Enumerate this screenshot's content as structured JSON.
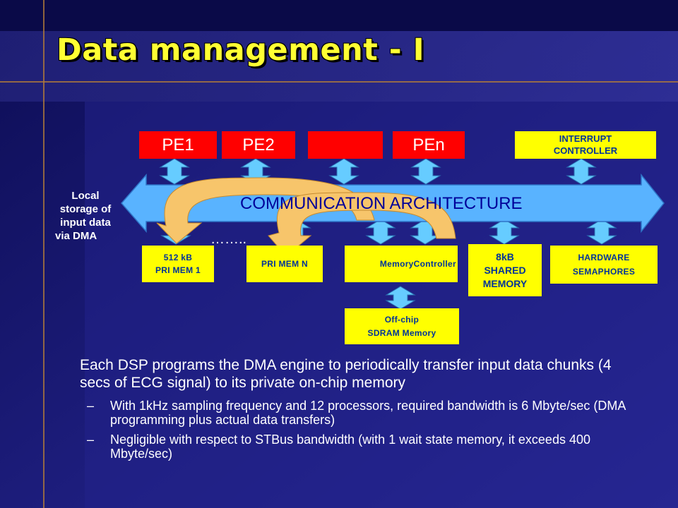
{
  "slide": {
    "title": "Data management - I"
  },
  "diagram": {
    "pe_boxes": [
      "PE1",
      "PE2",
      "",
      "PEn"
    ],
    "interrupt_controller": [
      "INTERRUPT",
      "CONTROLLER"
    ],
    "bus_label": "COMMUNICATION ARCHITECTURE",
    "dots": "……..",
    "local_storage": [
      "Local",
      "storage of",
      "input data",
      "via DMA"
    ],
    "pri_mem_1": [
      "512 kB",
      "PRI MEM 1"
    ],
    "pri_mem_n": "PRI MEM N",
    "memory_controller": "MemoryController",
    "shared_memory": [
      "8kB",
      "SHARED",
      "MEMORY"
    ],
    "hw_semaphores": [
      "HARDWARE",
      "SEMAPHORES"
    ],
    "offchip": [
      "Off-chip",
      "SDRAM Memory"
    ]
  },
  "text": {
    "main_bullet": "Each DSP programs the DMA engine to periodically transfer input data chunks (4 secs of ECG signal) to its private on-chip memory",
    "sub_bullets": [
      "With 1kHz sampling frequency and 12 processors, required bandwidth is 6 Mbyte/sec (DMA programming plus actual data transfers)",
      "Negligible with respect to STBus bandwidth (with 1 wait state memory, it exceeds 400 Mbyte/sec)"
    ],
    "dash": "–"
  },
  "colors": {
    "background": "#1c1c78",
    "title": "#ffff33",
    "pe_box": "#ff0000",
    "component_box": "#ffff00",
    "component_text": "#003399",
    "bus": "#59b3ff",
    "bus_text": "#000099",
    "curved_arrow": "#f7c56b"
  }
}
